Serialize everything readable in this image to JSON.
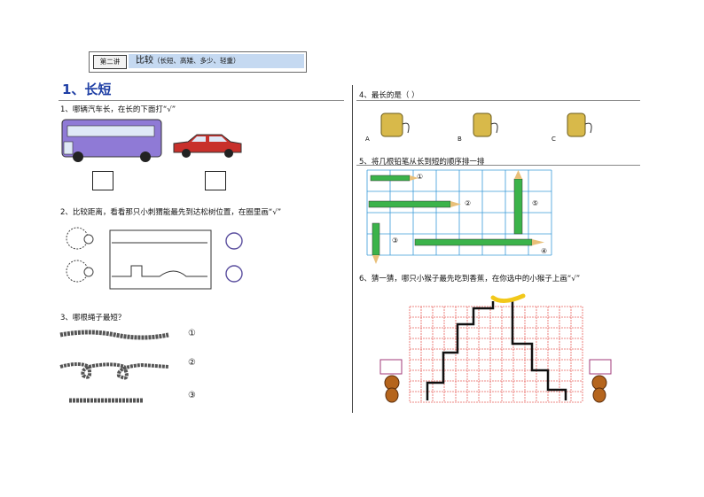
{
  "header": {
    "lecture": "第二讲",
    "title": "比较",
    "subtitle": "（长短、高矮、多少、轻重）"
  },
  "section": {
    "heading": "1、长短"
  },
  "q1": {
    "text": "1、哪辆汽车长，在长的下面打“√”"
  },
  "q2": {
    "text": "2、比较距离，看看那只小刺猬能最先到达松树位置，在圈里画“√”"
  },
  "q3": {
    "text": "3、哪根绳子最短？",
    "labels": [
      "①",
      "②",
      "③"
    ]
  },
  "q4": {
    "text": "4、最长的是（        ）",
    "labels": [
      "A",
      "B",
      "C"
    ]
  },
  "q5": {
    "text": "5、将几根铅笔从长到短的顺序排一排",
    "labels": [
      "①",
      "②",
      "③",
      "④",
      "⑤"
    ]
  },
  "q6": {
    "text": "6、猜一猜，哪只小猴子最先吃到香蕉，在你选中的小猴子上画“√”"
  },
  "colors": {
    "heading": "#1f3fa5",
    "header_bg": "#c5d9f1",
    "grid_blue": "#3a9bd9",
    "grid_red": "#e8625e",
    "pencil_green": "#3bb34a",
    "bus_purple": "#8f7ad6",
    "car_red": "#c8302b"
  }
}
